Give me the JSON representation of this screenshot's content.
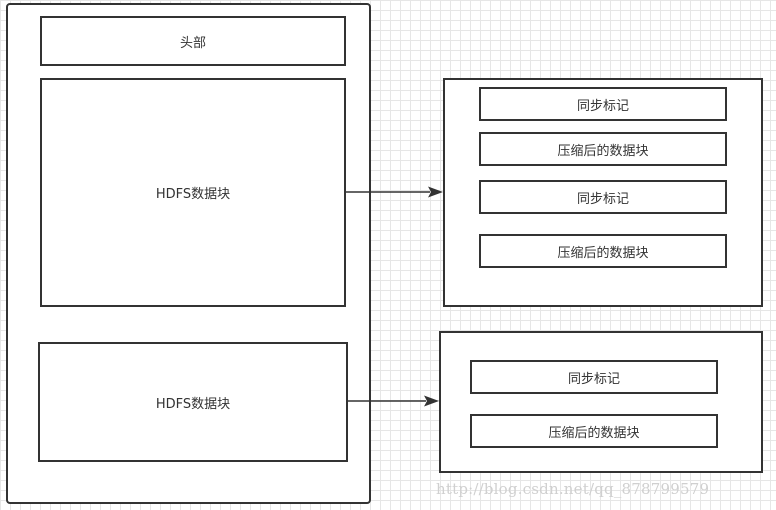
{
  "diagram": {
    "header_label": "头部",
    "hdfs_block_1_label": "HDFS数据块",
    "hdfs_block_2_label": "HDFS数据块",
    "group1": {
      "items": [
        "同步标记",
        "压缩后的数据块",
        "同步标记",
        "压缩后的数据块"
      ]
    },
    "group2": {
      "items": [
        "同步标记",
        "压缩后的数据块"
      ]
    }
  },
  "watermark": "http://blog.csdn.net/qq_878799579",
  "colors": {
    "stroke": "#333333",
    "grid": "#e6e6e6",
    "watermark": "#d0d0d0"
  }
}
